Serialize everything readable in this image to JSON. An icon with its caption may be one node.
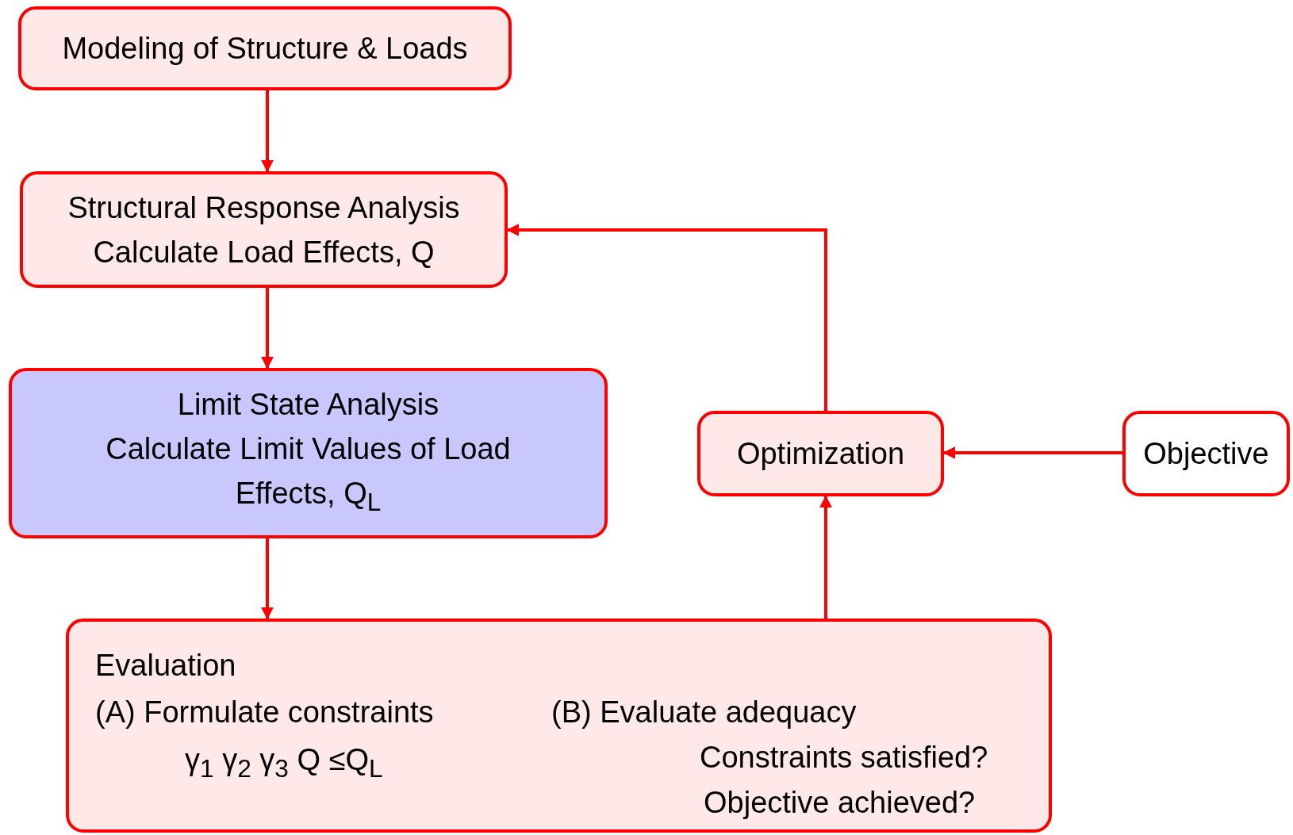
{
  "diagram": {
    "nodes": [
      {
        "text": [
          "Modeling of Structure & Loads"
        ]
      },
      {
        "text": [
          "Structural Response Analysis",
          "Calculate Load Effects, Q"
        ]
      },
      {
        "text": [
          "Limit State Analysis",
          "Calculate Limit Values of Load Effects, Q$_{L}$"
        ]
      },
      {
        "text": [
          "Optimization"
        ]
      },
      {
        "text": [
          "Objective"
        ]
      },
      {
        "text": [
          "Evaluation",
          "(A) Formulate constraints",
          "γ$_{1}$ γ$_{2}$ γ$_{3}$ Q ≤Q$_{L}$",
          "(B) Evaluate adequacy",
          "Constraints satisfied?",
          "Objective achieved?"
        ]
      }
    ],
    "edges": [
      {
        "from": 0,
        "to": 1,
        "arrow": "to"
      },
      {
        "from": 1,
        "to": 2,
        "arrow": "to"
      },
      {
        "from": 2,
        "to": 5,
        "arrow": "to"
      },
      {
        "from": 5,
        "to": 3,
        "arrow": "to"
      },
      {
        "from": 3,
        "to": 1,
        "arrow": "to"
      },
      {
        "from": 4,
        "to": 3,
        "arrow": "to"
      }
    ]
  }
}
